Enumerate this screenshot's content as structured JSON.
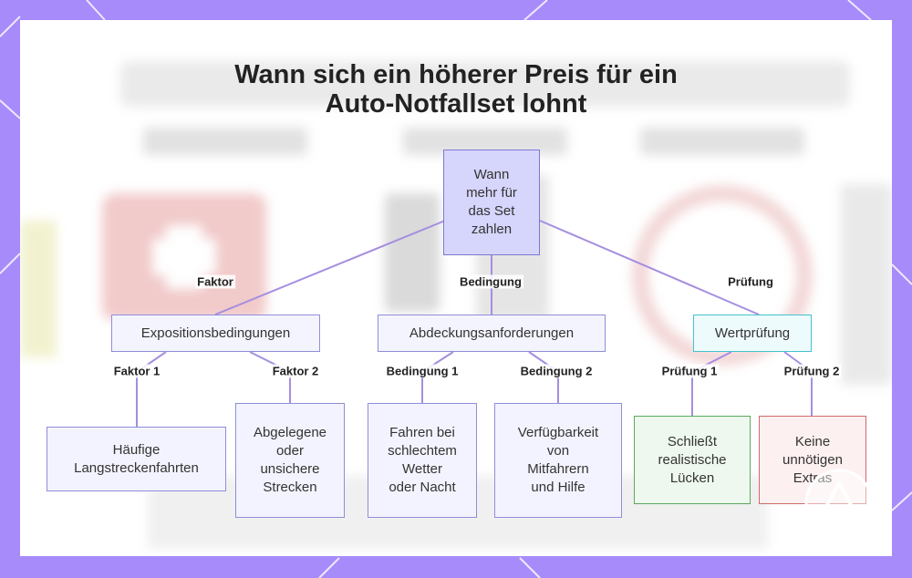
{
  "title": {
    "line1": "Wann sich ein höherer Preis für ein",
    "line2": "Auto-Notfallset lohnt"
  },
  "nodes": {
    "root": "Wann\nmehr für\ndas Set\nzahlen",
    "exposition": "Expositionsbedingungen",
    "coverage": "Abdeckungsanforderungen",
    "value": "Wertprüfung",
    "long_trips": "Häufige\nLangstreckenfahrten",
    "remote_routes": "Abgelegene\noder\nunsichere\nStrecken",
    "bad_weather": "Fahren bei\nschlechtem\nWetter\noder Nacht",
    "passengers": "Verfügbarkeit\nvon\nMitfahrern\nund Hilfe",
    "realistic_gaps": "Schließt\nrealistische\nLücken",
    "no_extras": "Keine\nunnötigen\nExtras"
  },
  "edge_labels": {
    "faktor": "Faktor",
    "bedingung": "Bedingung",
    "pruefung": "Prüfung",
    "faktor1": "Faktor 1",
    "faktor2": "Faktor 2",
    "bedingung1": "Bedingung 1",
    "bedingung2": "Bedingung 2",
    "pruefung1": "Prüfung 1",
    "pruefung2": "Prüfung 2"
  },
  "colors": {
    "frame": "#a78bfa",
    "edge": "#a58ee0",
    "root_fill": "#d6d5fb",
    "check_border": "#44c2d2",
    "green_border": "#5aaa5a",
    "red_border": "#cf6a6a"
  }
}
